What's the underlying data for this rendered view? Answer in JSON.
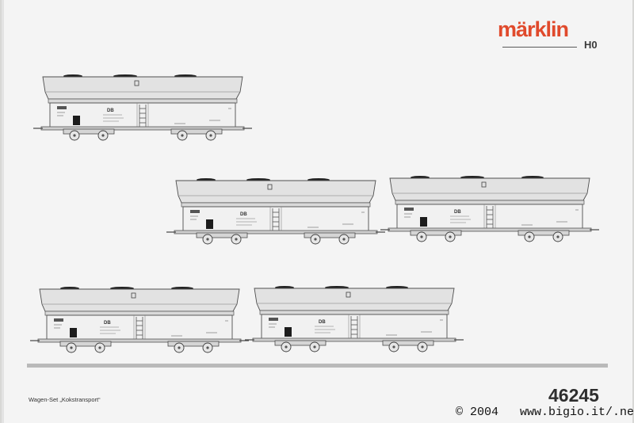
{
  "brand": {
    "logo": "märklin",
    "scale": "H0"
  },
  "set_name": "Wagen-Set „Kokstransport“",
  "article_number": "46245",
  "photo_credit": {
    "copyright": "© 2004",
    "website": "www.bigio.it/.net"
  },
  "wagon": {
    "railway_mark": "DB"
  },
  "colors": {
    "board": "#f4f4f4",
    "board_shadow": "#d8d8d6",
    "bottom_band": "#b9b9b9",
    "logo_red": "#e04a2c",
    "wagon_outline": "#505050",
    "wagon_top": "#e2e2e2",
    "coal": "#222222"
  },
  "wagon_count": 5
}
